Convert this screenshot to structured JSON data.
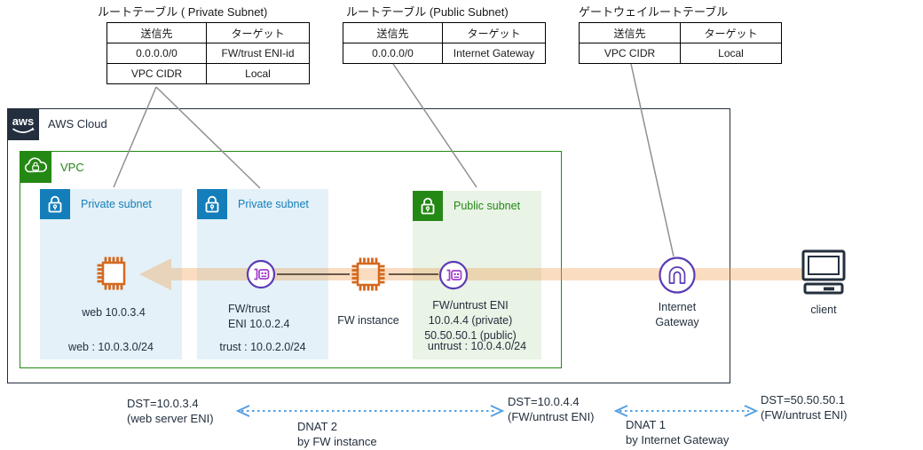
{
  "colors": {
    "aws_dark": "#232f3e",
    "vpc_green": "#248814",
    "private_blue": "#147eba",
    "public_green": "#248814",
    "instance_orange": "#d4691e",
    "eni_purple": "#5b3bb5",
    "flow_arrow_orange": "#f09b4b",
    "dnat_arrow_blue": "#56a0e0"
  },
  "route_tables": [
    {
      "title": "ルートテーブル ( Private Subnet)",
      "headers": [
        "送信先",
        "ターゲット"
      ],
      "rows": [
        [
          "0.0.0.0/0",
          "FW/trust ENI-id"
        ],
        [
          "VPC CIDR",
          "Local"
        ]
      ]
    },
    {
      "title": "ルートテーブル (Public Subnet)",
      "headers": [
        "送信先",
        "ターゲット"
      ],
      "rows": [
        [
          "0.0.0.0/0",
          "Internet Gateway"
        ]
      ]
    },
    {
      "title": "ゲートウェイルートテーブル",
      "headers": [
        "送信先",
        "ターゲット"
      ],
      "rows": [
        [
          "VPC CIDR",
          "Local"
        ]
      ]
    }
  ],
  "aws_cloud": {
    "label": "AWS Cloud"
  },
  "vpc": {
    "label": "VPC"
  },
  "subnets": [
    {
      "label": "Private subnet",
      "cidr": "web : 10.0.3.0/24"
    },
    {
      "label": "Private subnet",
      "cidr": "trust : 10.0.2.0/24"
    },
    {
      "label": "Public subnet",
      "cidr": "untrust : 10.0.4.0/24"
    }
  ],
  "nodes": {
    "web": {
      "label": "web 10.0.3.4"
    },
    "fw_trust_eni": {
      "label": "FW/trust\nENI 10.0.2.4"
    },
    "fw_instance": {
      "label": "FW instance"
    },
    "fw_untrust_eni": {
      "label": "FW/untrust ENI\n10.0.4.4 (private)\n50.50.50.1 (public)"
    },
    "internet_gateway": {
      "label": "Internet\nGateway"
    },
    "client": {
      "label": "client"
    }
  },
  "flow_annotations": {
    "dst_web": "DST=10.0.3.4\n(web server ENI)",
    "dnat2": "DNAT 2\nby FW instance",
    "dst_untrust_private": "DST=10.0.4.4\n(FW/untrust ENI)",
    "dnat1": "DNAT 1\nby Internet Gateway",
    "dst_untrust_public": "DST=50.50.50.1\n(FW/untrust ENI)"
  }
}
